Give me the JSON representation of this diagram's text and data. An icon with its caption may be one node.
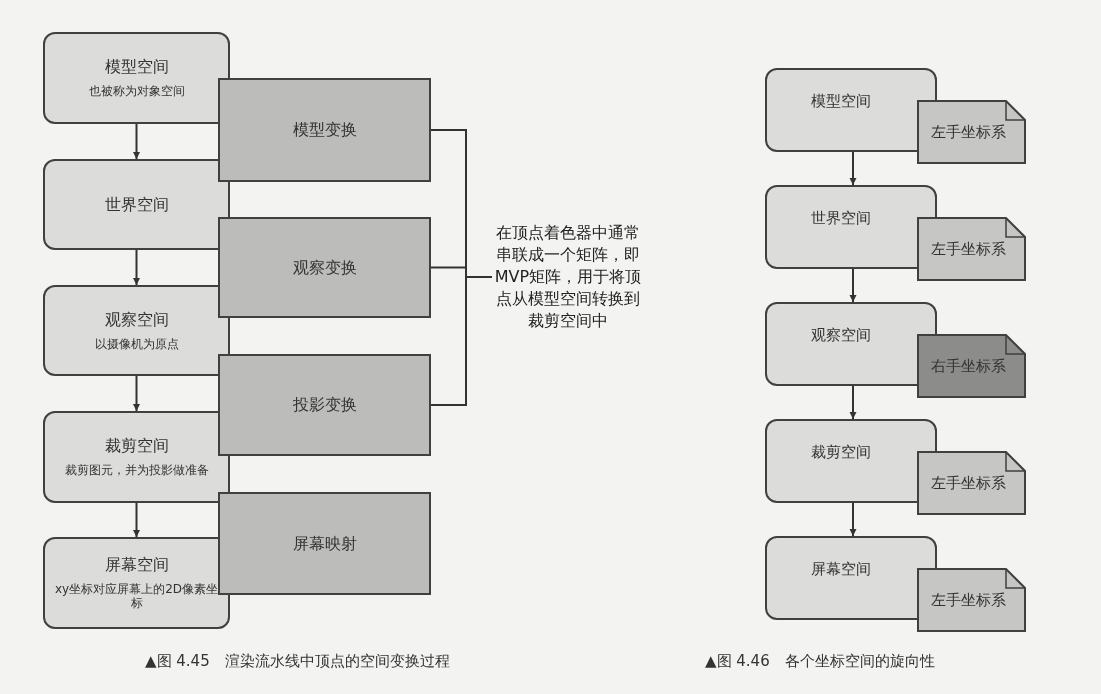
{
  "diagram": {
    "nodes": [
      {
        "text": [
          "模型空间",
          "也被称为对象空间"
        ]
      },
      {
        "text": [
          "模型变换"
        ]
      },
      {
        "text": [
          "世界空间"
        ]
      },
      {
        "text": [
          "观察变换"
        ]
      },
      {
        "text": [
          "观察空间",
          "以摄像机为原点"
        ]
      },
      {
        "text": [
          "投影变换"
        ]
      },
      {
        "text": [
          "裁剪空间",
          "裁剪图元，并为投影做准备"
        ]
      },
      {
        "text": [
          "屏幕映射"
        ]
      },
      {
        "text": [
          "屏幕空间",
          "xy坐标对应屏幕上的2D像素坐标"
        ]
      },
      {
        "text": [
          "在顶点着色器中通常串联成一个矩阵，即MVP矩阵，用于将顶点从模型空间转换到裁剪空间中"
        ]
      },
      {
        "text": [
          "模型空间"
        ]
      },
      {
        "text": [
          "左手坐标系"
        ]
      },
      {
        "text": [
          "世界空间"
        ]
      },
      {
        "text": [
          "左手坐标系"
        ]
      },
      {
        "text": [
          "观察空间"
        ]
      },
      {
        "text": [
          "右手坐标系"
        ]
      },
      {
        "text": [
          "裁剪空间"
        ]
      },
      {
        "text": [
          "左手坐标系"
        ]
      },
      {
        "text": [
          "屏幕空间"
        ]
      },
      {
        "text": [
          "左手坐标系"
        ]
      }
    ],
    "edges": [
      {
        "from": 0,
        "to": 2,
        "arrow": "to"
      },
      {
        "from": 2,
        "to": 4,
        "arrow": "to"
      },
      {
        "from": 4,
        "to": 6,
        "arrow": "to"
      },
      {
        "from": 6,
        "to": 8,
        "arrow": "to"
      },
      {
        "from": 1,
        "to": 9,
        "arrow": "none"
      },
      {
        "from": 3,
        "to": 9,
        "arrow": "none"
      },
      {
        "from": 5,
        "to": 9,
        "arrow": "none"
      },
      {
        "from": 10,
        "to": 12,
        "arrow": "to"
      },
      {
        "from": 12,
        "to": 14,
        "arrow": "to"
      },
      {
        "from": 14,
        "to": 16,
        "arrow": "to"
      },
      {
        "from": 16,
        "to": 18,
        "arrow": "to"
      }
    ],
    "labels": [
      "▲图 4.45　渲染流水线中顶点的空间变换过程",
      "▲图 4.46　各个坐标空间的旋向性"
    ]
  }
}
